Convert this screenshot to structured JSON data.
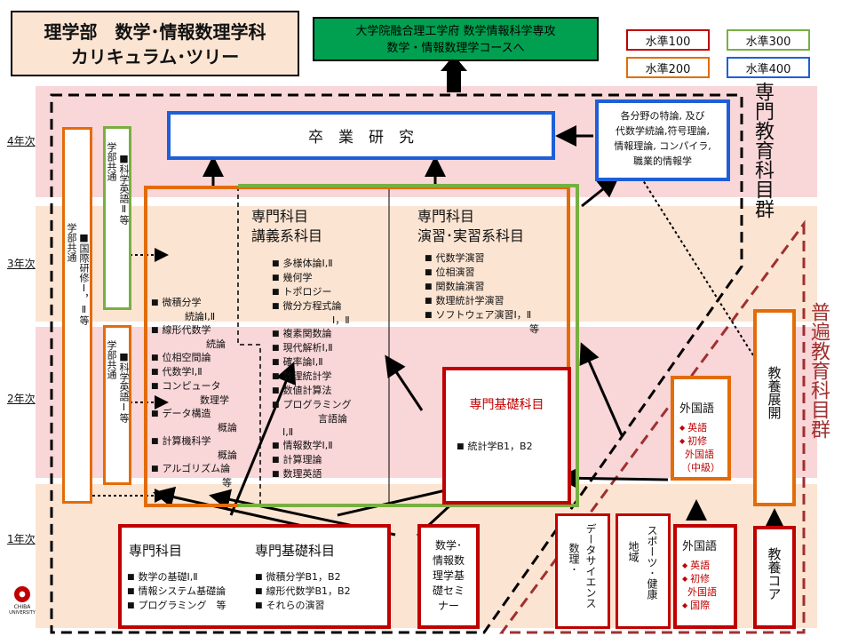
{
  "title": {
    "line1": "理学部　数学･情報数理学科",
    "line2": "カリキュラム･ツリー"
  },
  "grad": {
    "line1": "大学院融合理工学府 数学情報科学専攻",
    "line2": "数学・情報数理学コースへ"
  },
  "legend": {
    "l100": "水準100",
    "l200": "水準200",
    "l300": "水準300",
    "l400": "水準400"
  },
  "colors": {
    "l100": "#c00000",
    "l200": "#e36c09",
    "l300": "#77b041",
    "l400": "#1e5fd8"
  },
  "years": {
    "y4": "4年次",
    "y3": "3年次",
    "y2": "2年次",
    "y1": "1年次"
  },
  "groups": {
    "senmon": "専門教育科目群",
    "fuhen": "普遍教育科目群"
  },
  "sotsugyo": "卒　業　研　究",
  "info_box": {
    "l1": "各分野の特論, 及び",
    "l2": "代数学続論,符号理論,",
    "l3": "情報理論, コンパイラ,",
    "l4": "職業的情報学"
  },
  "gakubu_kokusai": {
    "a": "学部共通",
    "b": "■国際研修Ⅰ，Ⅱ等"
  },
  "gakubu_eigo2": {
    "a": "学部共通",
    "b": "■科学英語Ⅱ等"
  },
  "gakubu_eigo1": {
    "a": "学部共通",
    "b": "■科学英語Ⅰ等"
  },
  "left_list": [
    "微積分学",
    "続論Ⅰ,Ⅱ",
    "線形代数学",
    "続論",
    "位相空間論",
    "代数学Ⅰ,Ⅱ",
    "コンピュータ",
    "数理学",
    "データ構造",
    "概論",
    "計算機科学",
    "概論",
    "アルゴリズム論",
    "等"
  ],
  "kougi": {
    "h1": "専門科目",
    "h2": "講義系科目",
    "items": [
      "多様体論Ⅰ,Ⅱ",
      "幾何学",
      "トポロジー",
      "微分方程式論",
      "Ⅰ，Ⅱ",
      "複素関数論",
      "現代解析Ⅰ,Ⅱ",
      "確率論Ⅰ,Ⅱ",
      "数理統計学",
      "数値計算法",
      "プログラミング",
      "言語論",
      "Ⅰ,Ⅱ",
      "情報数学Ⅰ,Ⅱ",
      "計算理論",
      "数理英語"
    ]
  },
  "enshu": {
    "h1": "専門科目",
    "h2": "演習･実習系科目",
    "items": [
      "代数学演習",
      "位相演習",
      "関数論演習",
      "数理統計学演習",
      "ソフトウェア演習Ⅰ，Ⅱ",
      "等"
    ]
  },
  "kiso2": {
    "title": "専門基礎科目",
    "item": "統計学B1，B2"
  },
  "gaikoku2": {
    "title": "外国語",
    "i1": "英語",
    "i2": "初修",
    "i3": "外国語",
    "i4": "（中級）"
  },
  "kyoyo_tenkai": "教養展開",
  "y1box": {
    "h1": "専門科目",
    "h2": "専門基礎科目",
    "left": [
      "数学の基礎Ⅰ,Ⅱ",
      "情報システム基礎論",
      "プログラミング　等"
    ],
    "right": [
      "微積分学B1，B2",
      "線形代数学B1，B2",
      "それらの演習"
    ]
  },
  "seminar": {
    "l1": "数学･",
    "l2": "情報数",
    "l3": "理学基",
    "l4": "礎セミ",
    "l5": "ナー"
  },
  "data_sci": "データサイエンス",
  "data_sci2": "数理･",
  "sports": "スポーツ･健康",
  "sports2": "地域",
  "gaikoku1": {
    "title": "外国語",
    "i1": "英語",
    "i2": "初修",
    "i3": "外国語",
    "i4": "国際"
  },
  "kyoyo_core": "教養コア",
  "logo": {
    "l1": "CHIBA",
    "l2": "UNIVERSITY"
  }
}
